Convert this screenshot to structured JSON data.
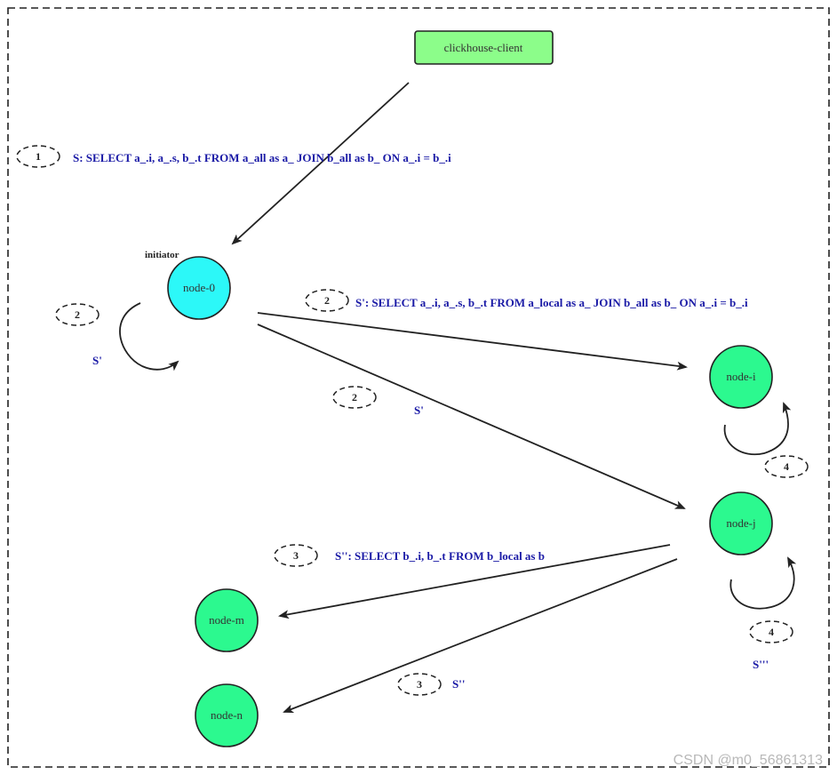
{
  "client": {
    "label": "clickhouse-client"
  },
  "nodes": {
    "node0": "node-0",
    "nodei": "node-i",
    "nodej": "node-j",
    "nodem": "node-m",
    "noden": "node-n"
  },
  "initiator_label": "initiator",
  "steps": {
    "s1": "1",
    "s2a": "2",
    "s2b": "2",
    "s2c": "2",
    "s3a": "3",
    "s3b": "3",
    "s4a": "4",
    "s4b": "4"
  },
  "queries": {
    "q1": "S: SELECT a_.i, a_.s, b_.t FROM a_all as a_ JOIN b_all as b_ ON a_.i = b_.i",
    "q2": "S': SELECT a_.i, a_.s, b_.t FROM a_local as a_ JOIN b_all as b_ ON a_.i = b_.i",
    "q3": "S'': SELECT b_.i, b_.t FROM b_local as b"
  },
  "short_labels": {
    "s_prime_self": "S'",
    "s_prime_mid": "S'",
    "s_dprime": "S''",
    "s_tprime": "S'''"
  },
  "watermark": "CSDN @m0_56861313",
  "colors": {
    "client_fill": "#8cfd8a",
    "initiator_fill": "#2cf8f8",
    "node_fill": "#2cf98f",
    "query_text": "#1a1aa6",
    "border": "#222222"
  }
}
